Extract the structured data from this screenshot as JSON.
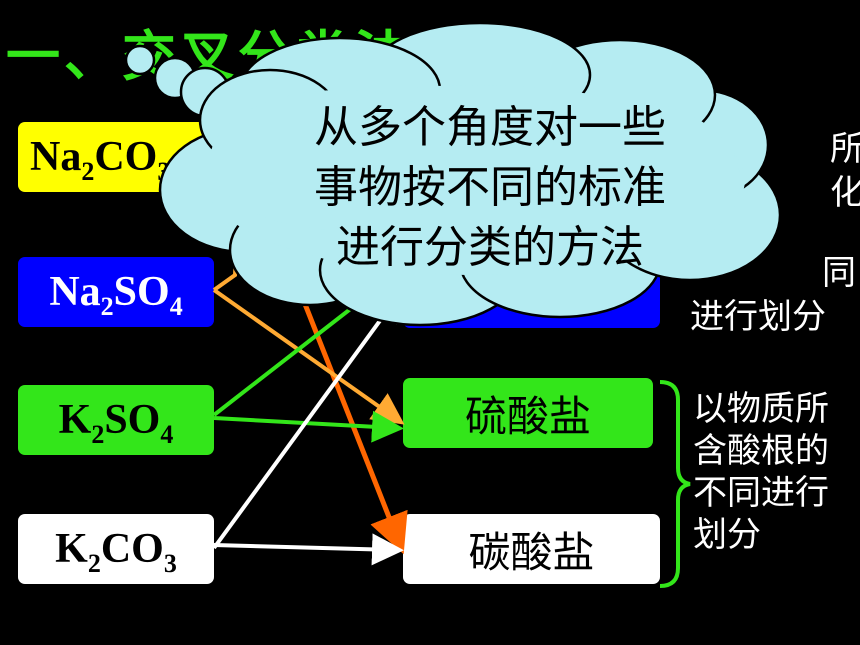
{
  "title": "一、交叉分类法",
  "left_boxes": [
    {
      "prefix": "Na",
      "sub1": "2",
      "mid": "CO",
      "sub2": "3"
    },
    {
      "prefix": "Na",
      "sub1": "2",
      "mid": "SO",
      "sub2": "4"
    },
    {
      "prefix": "K",
      "sub1": "2",
      "mid": "SO",
      "sub2": "4"
    },
    {
      "prefix": "K",
      "sub1": "2",
      "mid": "CO",
      "sub2": "3"
    }
  ],
  "right_boxes": [
    {
      "label": "硫酸盐"
    },
    {
      "label": "碳酸盐"
    }
  ],
  "note_top": [
    "所",
    "化",
    "同",
    "进行划分"
  ],
  "note_bottom": [
    "以物质所",
    "含酸根的",
    "不同进行",
    "划分"
  ],
  "cloud": {
    "lines": [
      "从多个角度对一些",
      "事物按不同的标准",
      "进行分类的方法"
    ]
  },
  "colors": {
    "yellow": "#ffff00",
    "blue": "#0000ff",
    "green": "#33e61a",
    "white": "#ffffff",
    "orange": "#ff6600",
    "light_orange": "#ffaa33",
    "cloud_fill": "#b5ecf2"
  }
}
